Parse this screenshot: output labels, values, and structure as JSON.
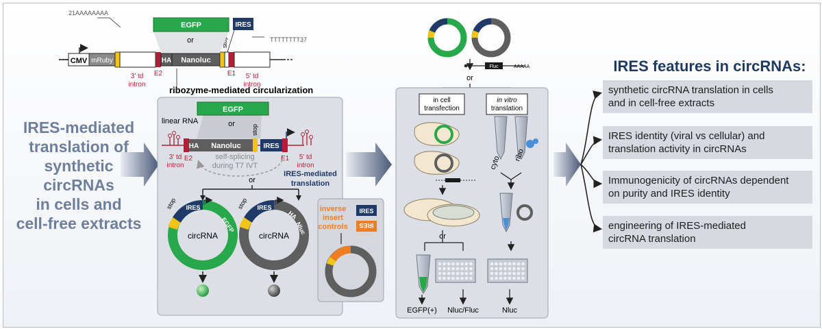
{
  "left_title": [
    "IRES-mediated",
    "translation of",
    "synthetic",
    "circRNAs",
    "in cells and",
    "cell-free extracts"
  ],
  "construct": {
    "polyA": "21AAAAAAAA",
    "polyT": "TTTTTTTT37",
    "cmv": "CMV",
    "mruby": "mRuby",
    "egfp": "EGFP",
    "or": "or",
    "ires": "IRES",
    "stop": "stop",
    "ha": "HA",
    "nanoluc": "Nanoluc",
    "e2": "E2",
    "e1": "E1",
    "td3": "3' td",
    "td5": "5' td",
    "intron": "intron"
  },
  "ribozyme_title": "ribozyme-mediated circularization",
  "middle": {
    "egfp": "EGFP",
    "or": "or",
    "linear_rna": "linear RNA",
    "ha": "HA",
    "nanoluc": "Nanoluc",
    "ires": "IRES",
    "stop": "stop",
    "td3": "3' td",
    "td5": "5' td",
    "intron": "intron",
    "e2": "E2",
    "e1": "E1",
    "self_splicing": "self-splicing",
    "during": "during T7 IVT",
    "or2": "or",
    "ires_mediated": "IRES-mediated",
    "translation": "translation",
    "circrna": "circRNA",
    "nluc": "Nluc",
    "inverse": "inverse",
    "insert": "insert",
    "controls": "controls",
    "ires_inv": "IRES"
  },
  "right": {
    "or": "or",
    "fluc": "Fluc",
    "fluc_tail": "AAAAA",
    "in_cell": "in cell",
    "transfection": "transfection",
    "in_vitro": "in vitro",
    "translation": "translation",
    "cyto": "cyto",
    "ribo": "ribo",
    "or2": "or",
    "egfp_pos": "EGFP(+)",
    "nluc_fluc": "Nluc/Fluc",
    "nluc": "Nluc"
  },
  "features": {
    "title": "IRES features in circRNAs:",
    "items": [
      [
        "synthetic circRNA translation in cells",
        "and in cell-free extracts"
      ],
      [
        "IRES identity (viral vs cellular) and",
        "translation activity in circRNAs"
      ],
      [
        "Immunogenicity of circRNAs dependent",
        "on purity and IRES identity"
      ],
      [
        "engineering of IRES-mediated",
        "circRNA translation"
      ]
    ]
  },
  "colors": {
    "egfp_green": "#27a84a",
    "ires_blue": "#1f3a68",
    "stop_yellow": "#f2c318",
    "exon_red": "#b21e35",
    "grey_ring": "#5a5a5a",
    "inverse_orange": "#ef7d22",
    "title_blue": "#6e7f9c"
  }
}
